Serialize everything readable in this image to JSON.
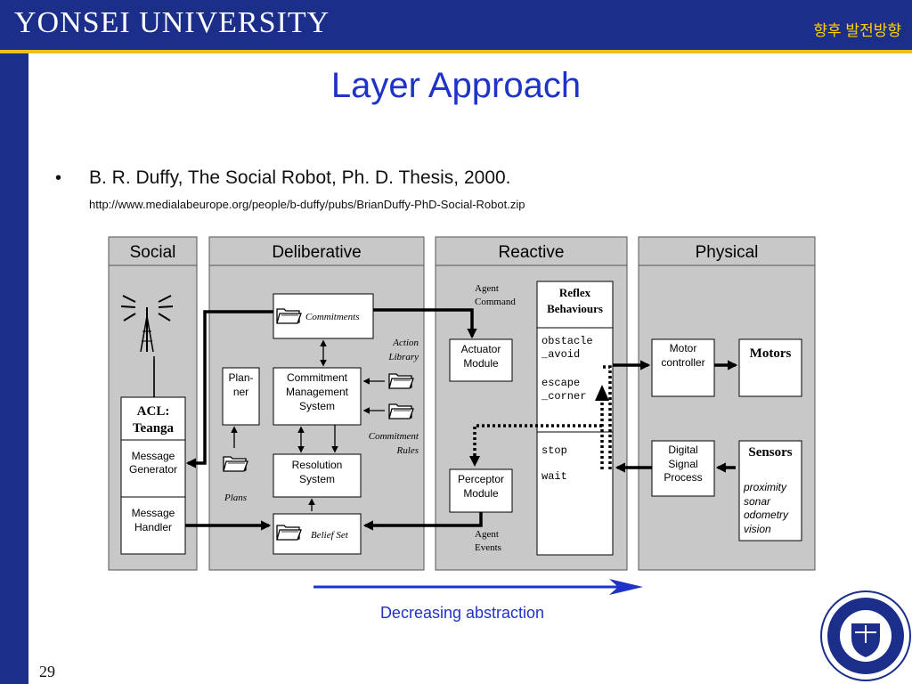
{
  "header": {
    "university": "YONSEI UNIVERSITY",
    "section": "향후 발전방향"
  },
  "title": "Layer Approach",
  "bullet": {
    "marker": "•",
    "text": "B. R. Duffy, The Social Robot, Ph. D. Thesis, 2000.",
    "url": "http://www.medialabeurope.org/people/b-duffy/pubs/BrianDuffy-PhD-Social-Robot.zip"
  },
  "diagram": {
    "columns": {
      "social": "Social",
      "deliberative": "Deliberative",
      "reactive": "Reactive",
      "physical": "Physical"
    },
    "social": {
      "acl_line1": "ACL:",
      "acl_line2": "Teanga",
      "gen_line1": "Message",
      "gen_line2": "Generator",
      "handler_line1": "Message",
      "handler_line2": "Handler"
    },
    "deliberative": {
      "commitments": "Commitments",
      "action_line1": "Action",
      "action_line2": "Library",
      "planner_line1": "Plan-",
      "planner_line2": "ner",
      "cms_line1": "Commitment",
      "cms_line2": "Management",
      "cms_line3": "System",
      "rules_line1": "Commitment",
      "rules_line2": "Rules",
      "resolution_line1": "Resolution",
      "resolution_line2": "System",
      "plans": "Plans",
      "belief": "Belief Set"
    },
    "reactive": {
      "agent_cmd_line1": "Agent",
      "agent_cmd_line2": "Command",
      "reflex_line1": "Reflex",
      "reflex_line2": "Behaviours",
      "actuator_line1": "Actuator",
      "actuator_line2": "Module",
      "perceptor_line1": "Perceptor",
      "perceptor_line2": "Module",
      "agent_events_line1": "Agent",
      "agent_events_line2": "Events",
      "beh_1": "obstacle",
      "beh_2": "_avoid",
      "beh_3": "escape",
      "beh_4": "_corner",
      "beh_5": "stop",
      "beh_6": "wait"
    },
    "physical": {
      "motor_line1": "Motor",
      "motor_line2": "controller",
      "motors": "Motors",
      "dsp_line1": "Digital",
      "dsp_line2": "Signal",
      "dsp_line3": "Process",
      "sensors": "Sensors",
      "sensor_1": "proximity",
      "sensor_2": "sonar",
      "sensor_3": "odometry",
      "sensor_4": "vision"
    },
    "abstraction_label": "Decreasing abstraction"
  },
  "page_number": "29",
  "colors": {
    "header": "#1b2f8a",
    "accent": "#e8c21a",
    "title": "#1f33c9",
    "panel": "#c8c8c8"
  },
  "icons": [
    "antenna-icon",
    "folder-icon",
    "yonsei-seal-icon"
  ]
}
